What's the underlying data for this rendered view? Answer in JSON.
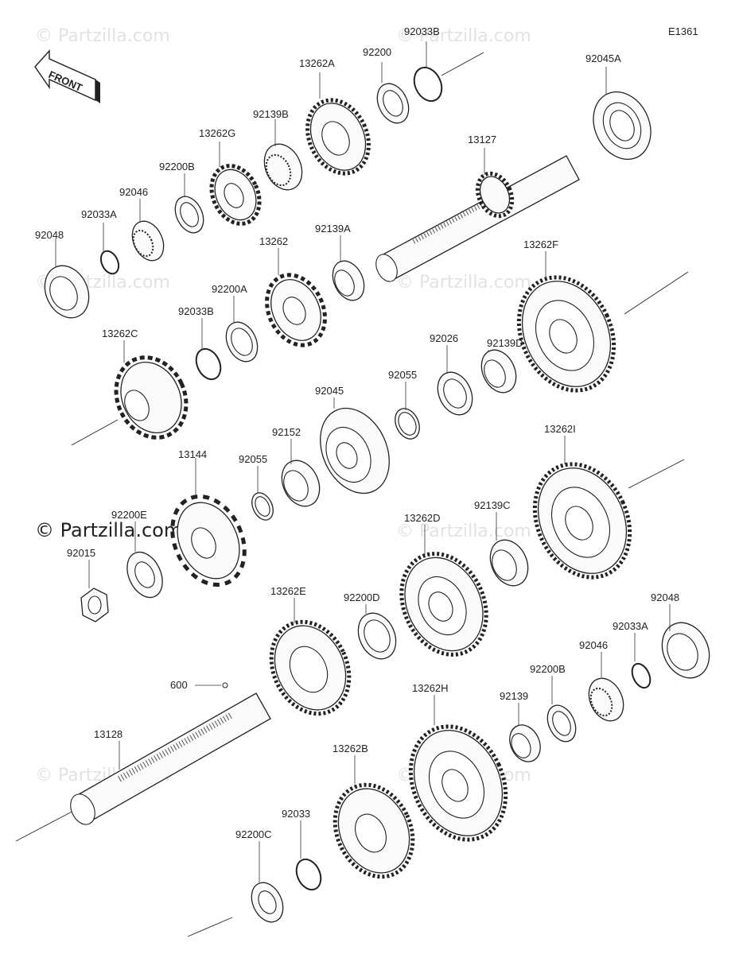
{
  "diagram_code": "E1361",
  "front_label": "FRONT",
  "watermark": "© Partzilla.com",
  "watermark_main": "© Partzilla.com",
  "labels": {
    "p92033B_top": "92033B",
    "p92200_top": "92200",
    "p13262A": "13262A",
    "p92045A": "92045A",
    "p92139B": "92139B",
    "p13262G": "13262G",
    "p13127": "13127",
    "p92200B_top": "92200B",
    "p92046_top": "92046",
    "p92033A_top": "92033A",
    "p92048_top": "92048",
    "p13262": "13262",
    "p92139A": "92139A",
    "p13262F": "13262F",
    "p92200A": "92200A",
    "p92033B_mid": "92033B",
    "p13262C": "13262C",
    "p92139D": "92139D",
    "p92026": "92026",
    "p92055_a": "92055",
    "p92045": "92045",
    "p92152": "92152",
    "p92055_b": "92055",
    "p13144": "13144",
    "p13262I": "13262I",
    "p92200E": "92200E",
    "p92015": "92015",
    "p13262D": "13262D",
    "p92139C": "92139C",
    "p13262E": "13262E",
    "p92200D": "92200D",
    "p92048_bot": "92048",
    "p92033A_bot": "92033A",
    "p92046_bot": "92046",
    "p92200B_bot": "92200B",
    "p600": "600",
    "p92139": "92139",
    "p13262H": "13262H",
    "p13128": "13128",
    "p13262B": "13262B",
    "p92033": "92033",
    "p92200C": "92200C"
  }
}
